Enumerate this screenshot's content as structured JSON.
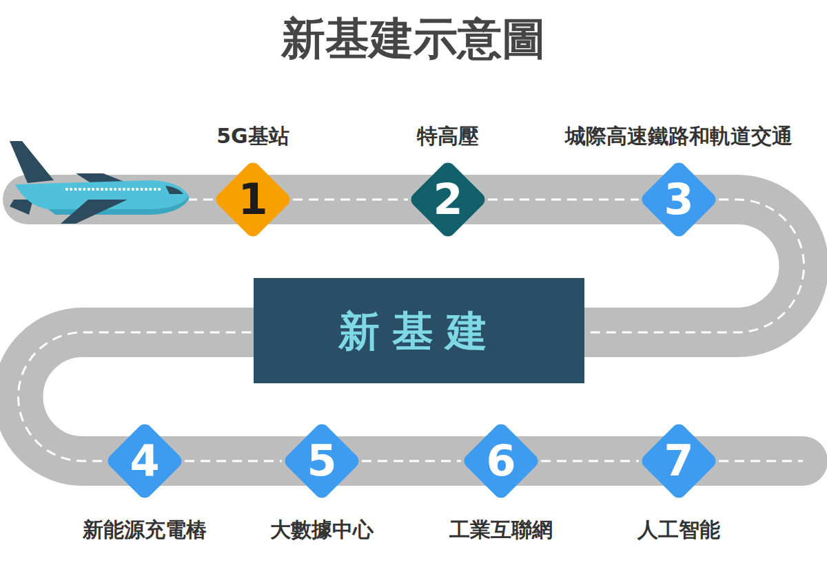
{
  "diagram": {
    "title": "新基建示意圖",
    "nodes": [
      {
        "text": [
          "5G基站",
          "1"
        ]
      },
      {
        "text": [
          "特高壓",
          "2"
        ]
      },
      {
        "text": [
          "城際高速鐵路和軌道交通",
          "3"
        ]
      },
      {
        "text": [
          "新基建"
        ]
      },
      {
        "text": [
          "4",
          "新能源充電樁"
        ]
      },
      {
        "text": [
          "5",
          "大數據中心"
        ]
      },
      {
        "text": [
          "6",
          "工業互聯網"
        ]
      },
      {
        "text": [
          "7",
          "人工智能"
        ]
      }
    ],
    "edges": [
      {
        "from": 0,
        "to": 1,
        "arrow": "none"
      },
      {
        "from": 1,
        "to": 2,
        "arrow": "none"
      },
      {
        "from": 2,
        "to": 4,
        "arrow": "none"
      },
      {
        "from": 4,
        "to": 5,
        "arrow": "none"
      },
      {
        "from": 5,
        "to": 6,
        "arrow": "none"
      },
      {
        "from": 6,
        "to": 7,
        "arrow": "none"
      }
    ]
  }
}
